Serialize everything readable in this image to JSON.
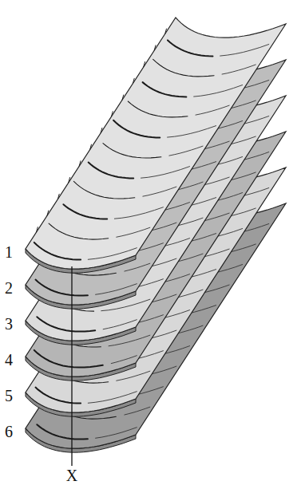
{
  "diagram": {
    "labels": [
      "1",
      "2",
      "3",
      "4",
      "5",
      "6",
      "X"
    ]
  }
}
